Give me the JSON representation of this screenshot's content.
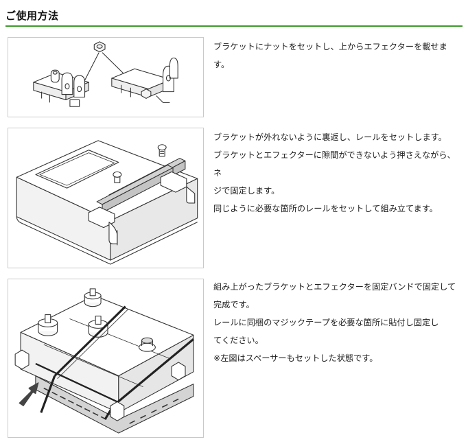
{
  "page": {
    "heading": "ご使用方法"
  },
  "steps": [
    {
      "lines": [
        "ブラケットにナットをセットし、上からエフェクターを載せます。"
      ]
    },
    {
      "lines": [
        "ブラケットが外れないように裏返し、レールをセットします。",
        "ブラケットとエフェクターに隙間ができないよう押さえながら、ネ",
        "ジで固定します。",
        "同じように必要な箇所のレールをセットして組み立てます。"
      ]
    },
    {
      "lines": [
        "組み上がったブラケットとエフェクターを固定バンドで固定して",
        "完成です。",
        "レールに同梱のマジックテープを必要な箇所に貼付し固定し",
        "てください。",
        "※左図はスペーサーもセットした状態です。"
      ]
    }
  ],
  "colors": {
    "accent_rule": "#3d9a2a",
    "panel_border": "#c9c9c9",
    "line_art": "#333333",
    "rail_fill": "#cfcfcf"
  },
  "icons": [
    "nut-icon",
    "screw-icon",
    "arrow-icon"
  ]
}
